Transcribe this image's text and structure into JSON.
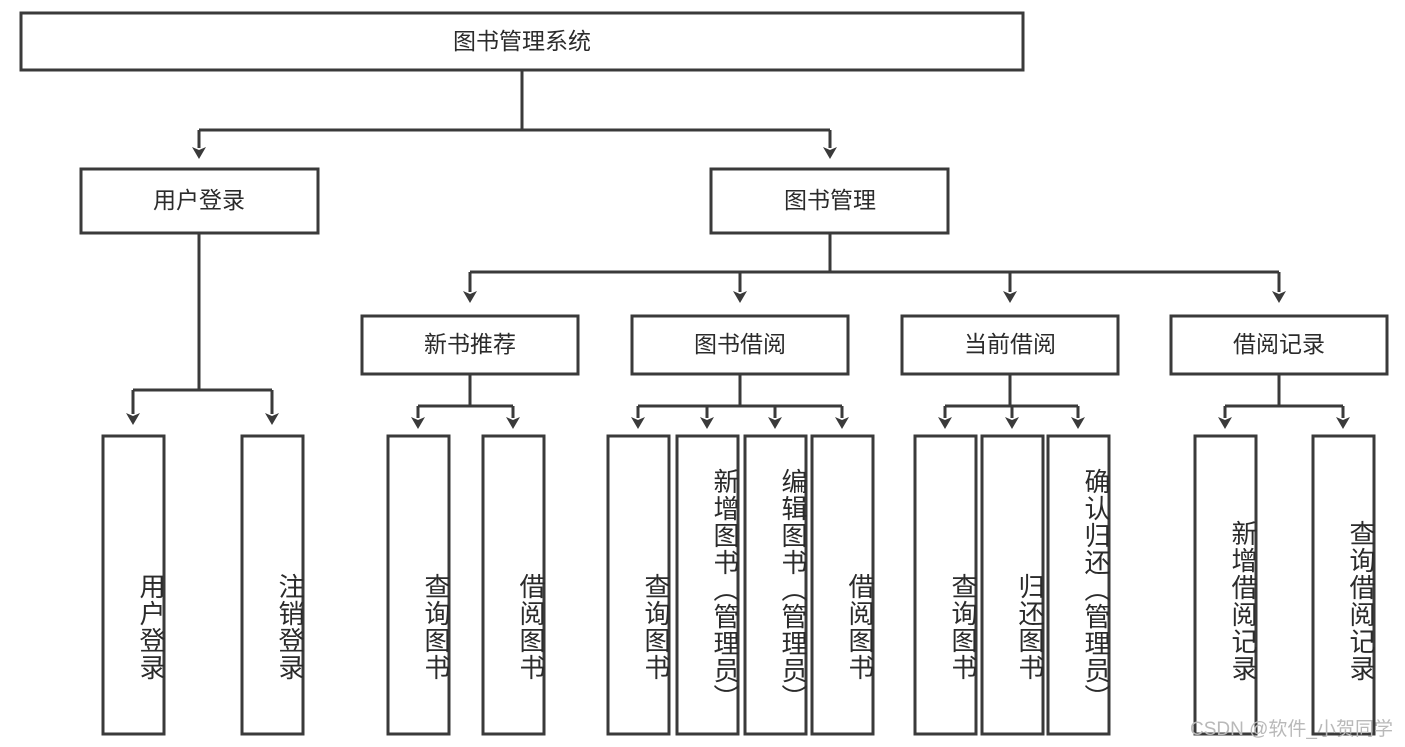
{
  "diagram": {
    "type": "tree-hierarchy",
    "title": "图书管理系统",
    "watermark": "CSDN @软件_小贺同学",
    "colors": {
      "stroke": "#3a3a3a",
      "fill": "#ffffff",
      "text": "#2b2b2b",
      "watermark": "#b9b9b9"
    },
    "levels": {
      "root": {
        "label": "图书管理系统"
      },
      "level2": [
        {
          "label": "用户登录"
        },
        {
          "label": "图书管理"
        }
      ],
      "level3": [
        {
          "label": "新书推荐"
        },
        {
          "label": "图书借阅"
        },
        {
          "label": "当前借阅"
        },
        {
          "label": "借阅记录"
        }
      ]
    },
    "leaves": {
      "user_login": [
        {
          "label": "用户登录"
        },
        {
          "label": "注销登录"
        }
      ],
      "new_book_recommend": [
        {
          "label": "查询图书"
        },
        {
          "label": "借阅图书"
        }
      ],
      "book_borrow": [
        {
          "label": "查询图书"
        },
        {
          "label": "新增图书（管理员）"
        },
        {
          "label": "编辑图书（管理员）"
        },
        {
          "label": "借阅图书"
        }
      ],
      "current_borrow": [
        {
          "label": "查询图书"
        },
        {
          "label": "归还图书"
        },
        {
          "label": "确认归还（管理员）"
        }
      ],
      "borrow_record": [
        {
          "label": "新增借阅记录"
        },
        {
          "label": "查询借阅记录"
        }
      ]
    }
  }
}
